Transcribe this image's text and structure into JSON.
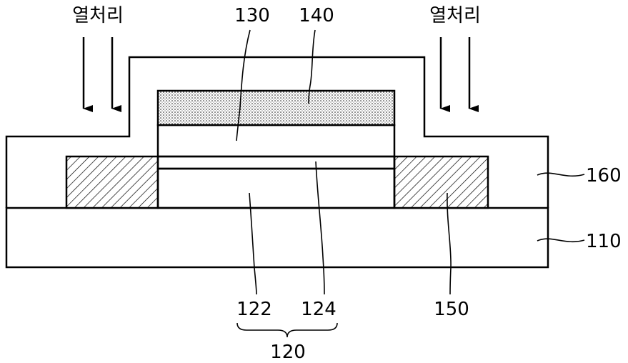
{
  "heat_label_left": "열처리",
  "heat_label_right": "열처리",
  "labels": {
    "l130": "130",
    "l140": "140",
    "l160": "160",
    "l110": "110",
    "l122": "122",
    "l124": "124",
    "l150": "150",
    "l120": "120"
  },
  "colors": {
    "line": "#000000",
    "background": "#ffffff"
  }
}
